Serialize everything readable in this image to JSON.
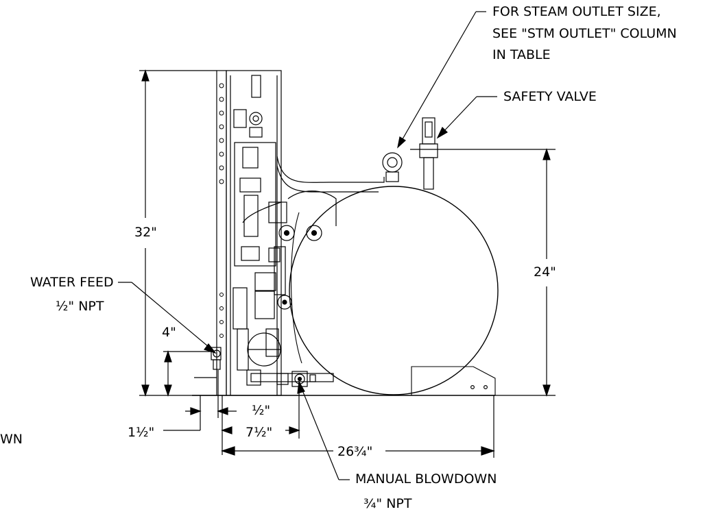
{
  "callouts": {
    "steam_outlet": [
      "FOR STEAM OUTLET SIZE,",
      "SEE \"STM OUTLET\" COLUMN",
      "IN TABLE"
    ],
    "safety_valve": "SAFETY VALVE",
    "water_feed": "WATER FEED",
    "water_feed_size": "½\" NPT",
    "manual_blowdown": "MANUAL BLOWDOWN",
    "manual_blowdown_size": "¾\" NPT",
    "cut_off_label": "WN"
  },
  "dimensions": {
    "height_total": "32\"",
    "steam_height": "24\"",
    "water_feed_height": "4\"",
    "offset_left": "1½\"",
    "offset_small": "½\"",
    "blowdown_offset": "7½\"",
    "overall_width": "26¾\""
  }
}
